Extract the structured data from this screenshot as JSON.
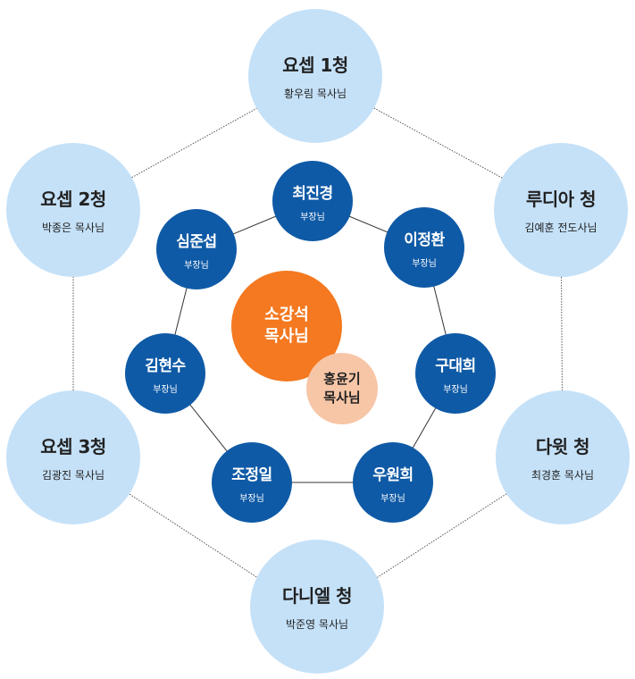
{
  "outer": [
    {
      "name": "요셉 1청",
      "pastor": "황우림 목사님"
    },
    {
      "name": "루디아 청",
      "pastor": "김예훈 전도사님"
    },
    {
      "name": "다윗 청",
      "pastor": "최경훈 목사님"
    },
    {
      "name": "다니엘 청",
      "pastor": "박준영 목사님"
    },
    {
      "name": "요셉 3청",
      "pastor": "김광진 목사님"
    },
    {
      "name": "요셉 2청",
      "pastor": "박종은 목사님"
    }
  ],
  "inner": [
    {
      "name": "최진경",
      "role": "부장님"
    },
    {
      "name": "이정환",
      "role": "부장님"
    },
    {
      "name": "구대희",
      "role": "부장님"
    },
    {
      "name": "우원희",
      "role": "부장님"
    },
    {
      "name": "조정일",
      "role": "부장님"
    },
    {
      "name": "김현수",
      "role": "부장님"
    },
    {
      "name": "심준섭",
      "role": "부장님"
    }
  ],
  "center": {
    "line1": "소강석",
    "line2": "목사님"
  },
  "associate": {
    "line1": "홍윤기",
    "line2": "목사님"
  },
  "colors": {
    "outer_fill": "#c5e1f8",
    "inner_fill": "#0f5aa6",
    "center_fill": "#f47920",
    "associate_fill": "#f7c6a7",
    "connector": "#555555"
  }
}
